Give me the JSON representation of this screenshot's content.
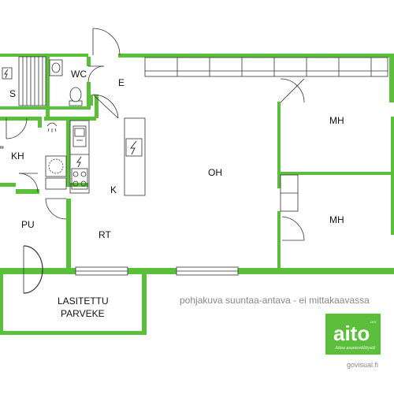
{
  "colors": {
    "wall": "#5bbf3c",
    "line": "#333333",
    "caption": "#888888",
    "logo_bg": "#5bbf3c"
  },
  "rooms": {
    "s": "S",
    "wc": "WC",
    "e": "E",
    "kh": "KH",
    "pu": "PU",
    "k": "K",
    "oh": "OH",
    "rt": "RT",
    "mh1": "MH",
    "mh2": "MH",
    "balcony_line1": "LASITETTU",
    "balcony_line2": "PARVEKE"
  },
  "caption": "pohjakuva suuntaa-antava - ei mittakaavassa",
  "logo": {
    "text": "aito",
    "tagline": "Aitoa asuntovälitystä",
    "registered": "LKV"
  },
  "website": "govisual.fi",
  "icons": {
    "electric_panel": "electric-panel-icon",
    "shower": "shower-icon",
    "toilet": "toilet-icon",
    "sink": "sink-icon",
    "stove": "stove-icon",
    "washer": "washing-machine-icon"
  }
}
